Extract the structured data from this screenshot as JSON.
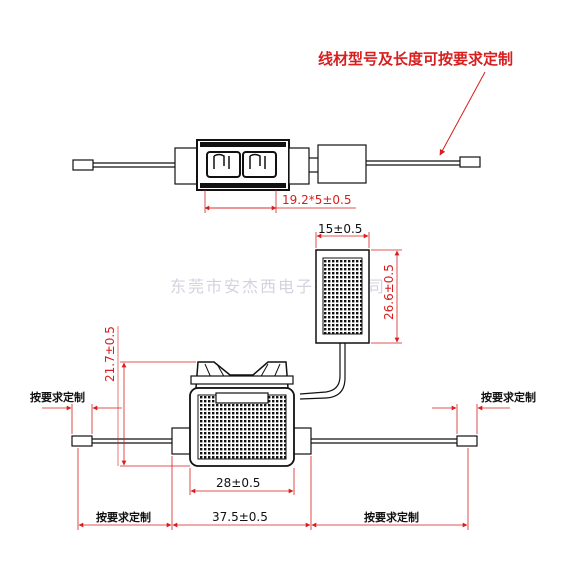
{
  "annotations": {
    "custom_title": "线材型号及长度可按要求定制",
    "custom_short": "按要求定制"
  },
  "dimensions": {
    "top_width": "19.2*5±0.5",
    "tag_width": "15±0.5",
    "tag_height": "26.6±0.5",
    "holder_height": "21.7±0.5",
    "body_width": "28±0.5",
    "overall": "37.5±0.5"
  },
  "watermark": "东莞市安杰西电子有限公司",
  "colors": {
    "dimension": "#d81e1e",
    "line": "#111111"
  }
}
